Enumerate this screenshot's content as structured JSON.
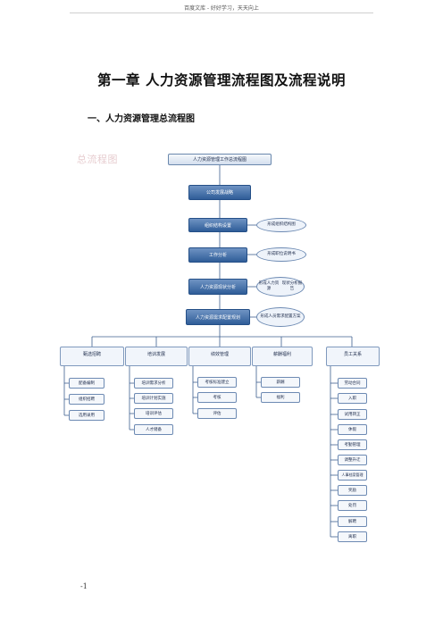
{
  "header": {
    "text": "百度文库 - 好好学习，天天向上"
  },
  "title": "第一章  人力资源管理流程图及流程说明",
  "subtitle": "一、人力资源管理总流程图",
  "watermark": "总流程图",
  "page_number": "-1",
  "flowchart": {
    "top": "人力资源管理工作总流程图",
    "strategy": "公司发展战略",
    "org": "组织结构设置",
    "job": "工作分析",
    "hr_analysis": "人力资源现状分析",
    "planning": "人力资源需求配置规划",
    "notes": {
      "org": "形成组织结构图",
      "job": "形成职位说明书",
      "hr_analysis": [
        "形成人力资源",
        "现状分析报告"
      ],
      "planning": [
        "形成人员需求",
        "配置方案"
      ]
    },
    "columns": [
      {
        "title": "甄选招聘",
        "items": [
          "配备编制",
          "组织招聘",
          "选用录用"
        ]
      },
      {
        "title": "培训发展",
        "items": [
          "培训需求分析",
          "培训计划实施",
          "培训评估",
          "人才储备"
        ]
      },
      {
        "title": "绩效管理",
        "items": [
          "考核标准建立",
          "考核",
          "评估"
        ]
      },
      {
        "title": "薪酬福利",
        "items": [
          "薪酬",
          "福利"
        ]
      },
      {
        "title": "员工关系",
        "items": [
          "劳动合同",
          "入职",
          "试用转正",
          "休假",
          "考勤管理",
          "调整升迁",
          "人事档案管理",
          "奖励",
          "处罚",
          "解聘",
          "离职"
        ]
      }
    ]
  }
}
